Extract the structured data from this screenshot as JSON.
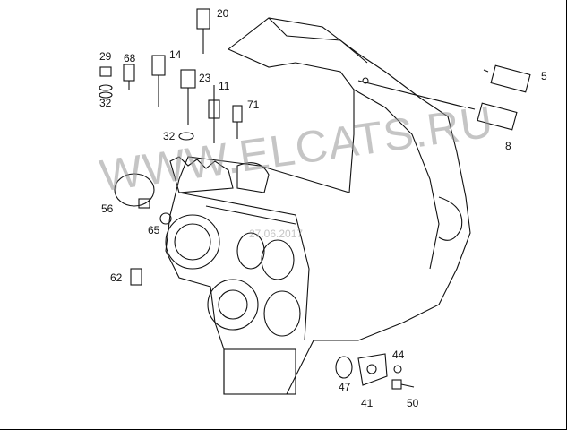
{
  "watermark": {
    "site": "WWW.ELCATS.RU",
    "date": "27.06.2017"
  },
  "labels": {
    "p20": "20",
    "p29": "29",
    "p68": "68",
    "p14": "14",
    "p23": "23",
    "p11": "11",
    "p71": "71",
    "p32a": "32",
    "p32b": "32",
    "p5": "5",
    "p8": "8",
    "p56": "56",
    "p65": "65",
    "p62": "62",
    "p47": "47",
    "p41": "41",
    "p44": "44",
    "p50": "50"
  }
}
